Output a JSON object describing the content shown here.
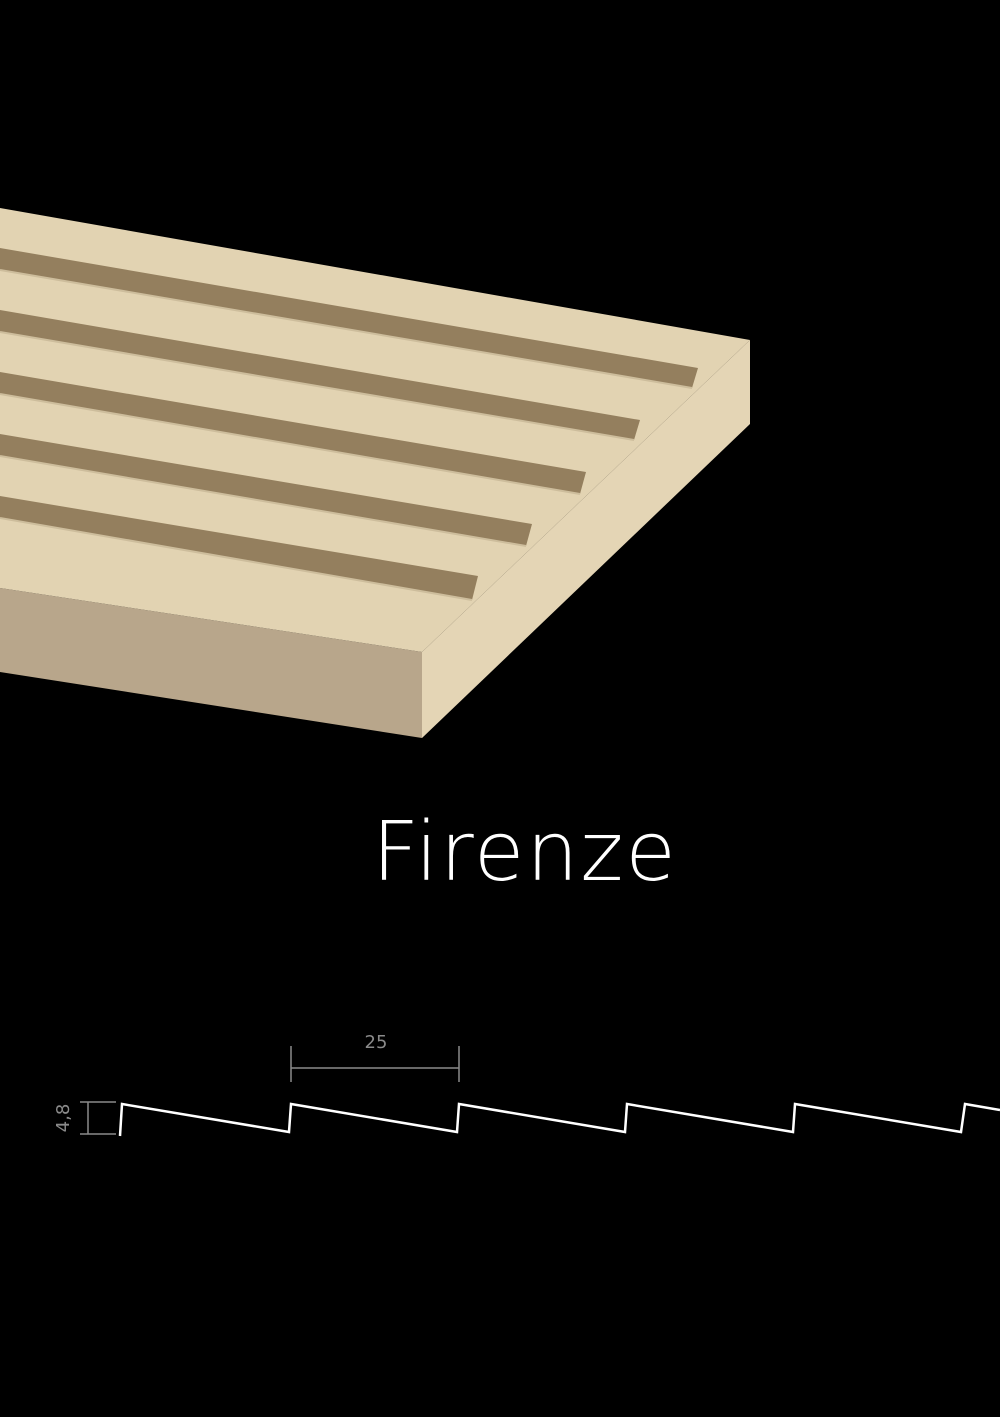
{
  "product": {
    "name": "Firenze"
  },
  "dimensions": {
    "pitch_label": "25",
    "depth_label": "4,8"
  },
  "colors": {
    "background": "#000000",
    "panel_top": "#e2d3b2",
    "panel_groove": "#947f5e",
    "panel_front": "#b8a68b",
    "panel_side": "#e4d5b5",
    "title": "#ffffff",
    "profile_line": "#ffffff",
    "dimension": "#8a8a8a"
  }
}
